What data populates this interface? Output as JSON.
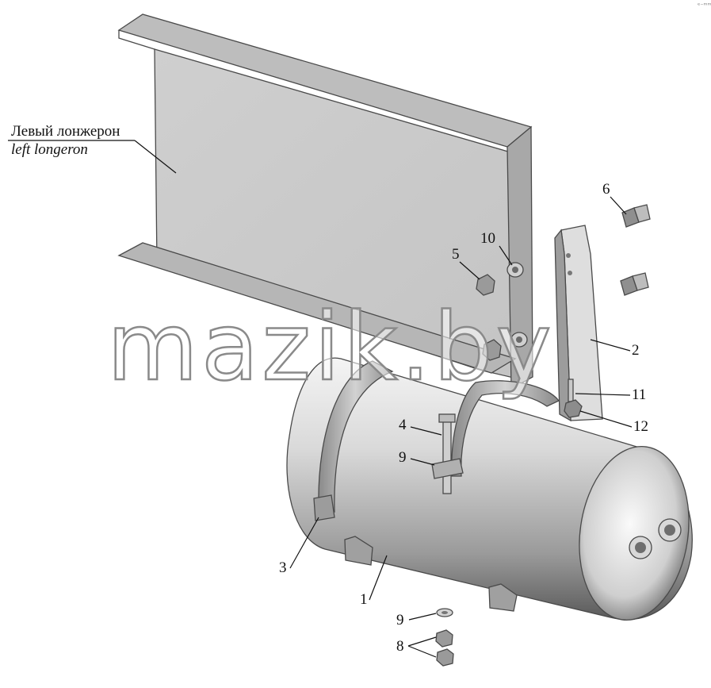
{
  "labels": {
    "longeron_ru": "Левый лонжерон",
    "longeron_en": "left longeron",
    "callouts": [
      "6",
      "10",
      "5",
      "2",
      "11",
      "12",
      "4",
      "9",
      "3",
      "1",
      "9",
      "8"
    ]
  },
  "watermark": "mazik.by",
  "corner_mark": "ᵉ⁻ᵐᵐ",
  "colors": {
    "metal_light": "#e6e6e6",
    "metal_mid": "#bdbdbd",
    "metal_dark": "#6e6e6e",
    "outline": "#4a4a4a"
  }
}
